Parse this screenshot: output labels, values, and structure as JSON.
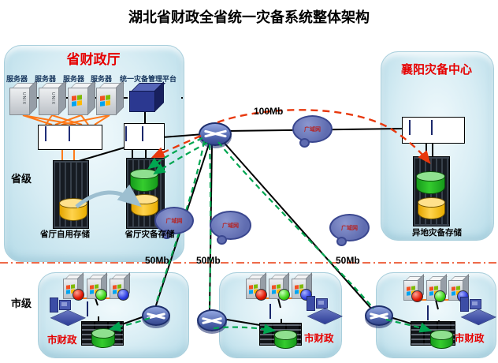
{
  "title": "湖北省财政全省统一灾备系统整体架构",
  "province": {
    "title": "省财政厅",
    "level_label": "省级",
    "server_labels": [
      "服务器",
      "服务器",
      "服务器",
      "服务器"
    ],
    "platform_label": "统一灾备管理平台",
    "storage_own": "省厅自用存储",
    "storage_dr": "省厅灾备存储"
  },
  "dr_center": {
    "title": "襄阳灾备中心",
    "storage": "异地灾备存储"
  },
  "city": {
    "level_label": "市级",
    "boxes": [
      {
        "label": "市财政"
      },
      {
        "label": "市财政"
      },
      {
        "label": "市财政"
      }
    ]
  },
  "wan": {
    "clouds": [
      "广域网",
      "广域网",
      "广域网",
      "广域网"
    ]
  },
  "bandwidth": {
    "backbone": "100Mb",
    "links": [
      "50Mb",
      "50Mb",
      "50Mb"
    ]
  },
  "colors": {
    "accent_red": "#e60000",
    "label_navy": "#17365d",
    "line_orange": "#ff7a1a",
    "line_red": "#e8380d",
    "line_green": "#00a651",
    "panel_blue": "#d8edf4",
    "cloud_blue": "#5f6cb0",
    "cyl_green": "#2bb52b",
    "cyl_yellow": "#ffc000"
  }
}
